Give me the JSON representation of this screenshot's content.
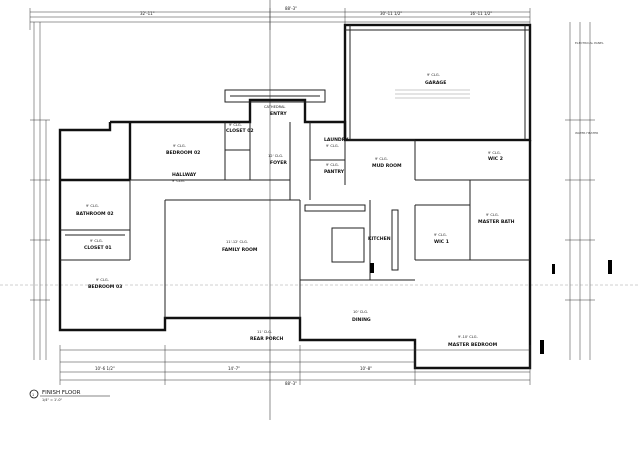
{
  "drawing": {
    "title": "FINISH FLOOR",
    "scale": "1/4\" = 1'-0\"",
    "view_number": "1"
  },
  "rooms": {
    "garage": "GARAGE",
    "garage_ceiling": "9' CLG.",
    "entry": "ENTRY",
    "entry_ceiling": "CATHEDRAL",
    "bedroom02": "BEDROOM 02",
    "bedroom02_ceiling": "9' CLG.",
    "closet02": "CLOSET 02",
    "closet02_ceiling": "9' CLG.",
    "foyer": "FOYER",
    "foyer_ceiling": "12' CLG.",
    "laundry": "LAUNDRY",
    "laundry_ceiling": "9' CLG.",
    "pantry": "PANTRY",
    "pantry_ceiling": "9' CLG.",
    "mudroom": "MUD ROOM",
    "mudroom_ceiling": "9' CLG.",
    "wic2": "WIC 2",
    "wic2_ceiling": "9' CLG.",
    "hallway": "HALLWAY",
    "hallway_ceiling": "9' CLG.",
    "bathroom02": "BATHROOM 02",
    "bathroom02_ceiling": "9' CLG.",
    "closet01": "CLOSET 01",
    "closet01_ceiling": "9' CLG.",
    "bedroom03": "BEDROOM 03",
    "bedroom03_ceiling": "9' CLG.",
    "family": "FAMILY ROOM",
    "family_ceiling": "11'-12' CLG.",
    "kitchen": "KITCHEN",
    "wic1": "WIC 1",
    "wic1_ceiling": "9' CLG.",
    "master_bath": "MASTER BATH",
    "master_bath_ceiling": "9' CLG.",
    "master_bedroom": "MASTER BEDROOM",
    "master_bedroom_ceiling": "9'-10' CLG.",
    "dining": "DINING",
    "dining_ceiling": "10' CLG.",
    "rear_porch": "REAR PORCH",
    "rear_porch_ceiling": "11' CLG."
  },
  "dimensions": {
    "top_overall": "88'-3\"",
    "top_left": "32'-11\"",
    "top_right": "30'-11 1/2\"",
    "top_right2": "16'-11 1/2\"",
    "bottom_overall": "88'-3\"",
    "bottom_left": "10'-6 1/2\"",
    "bottom_mid": "14'-7\"",
    "bottom_right": "10'-8\""
  },
  "notes": {
    "electrical_panel": "ELECTRICAL PANEL",
    "water_heater": "WATER HEATER"
  }
}
